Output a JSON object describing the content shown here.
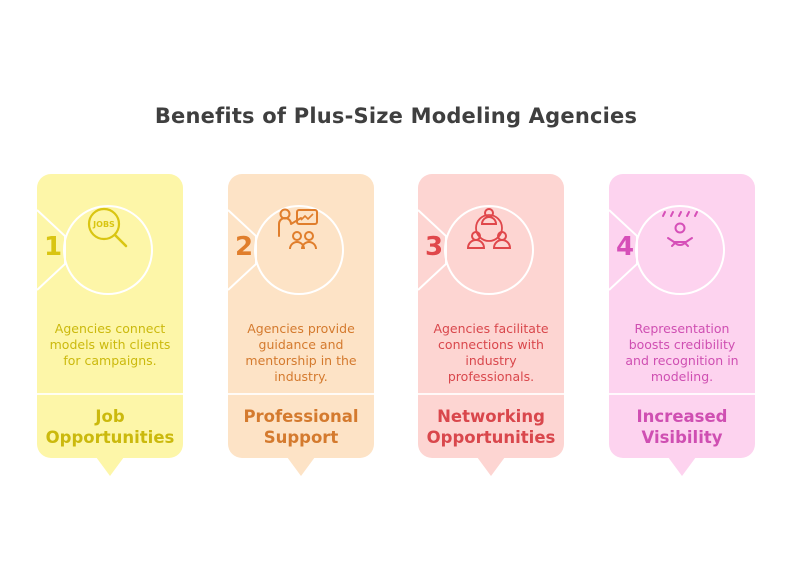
{
  "title": "Benefits of Plus-Size Modeling Agencies",
  "cards": [
    {
      "number": "1",
      "description": "Agencies connect models with clients for campaigns.",
      "label": "Job Opportunities",
      "icon": "jobs-search-icon",
      "icon_text": "JOBS",
      "bg": "#fdf6a8",
      "accent": "#d9c512",
      "text": "#cbb90d"
    },
    {
      "number": "2",
      "description": "Agencies provide guidance and mentorship in the industry.",
      "label": "Professional Support",
      "icon": "mentorship-icon",
      "bg": "#fde3c6",
      "accent": "#e07e2c",
      "text": "#d47a2e"
    },
    {
      "number": "3",
      "description": "Agencies facilitate connections with industry professionals.",
      "label": "Networking Opportunities",
      "icon": "network-icon",
      "bg": "#fdd5d2",
      "accent": "#e0474b",
      "text": "#d9474c"
    },
    {
      "number": "4",
      "description": "Representation boosts credibility and recognition in modeling.",
      "label": "Increased Visibility",
      "icon": "spotlight-person-icon",
      "bg": "#fdd3ef",
      "accent": "#d64fb8",
      "text": "#cf4fb2"
    }
  ]
}
